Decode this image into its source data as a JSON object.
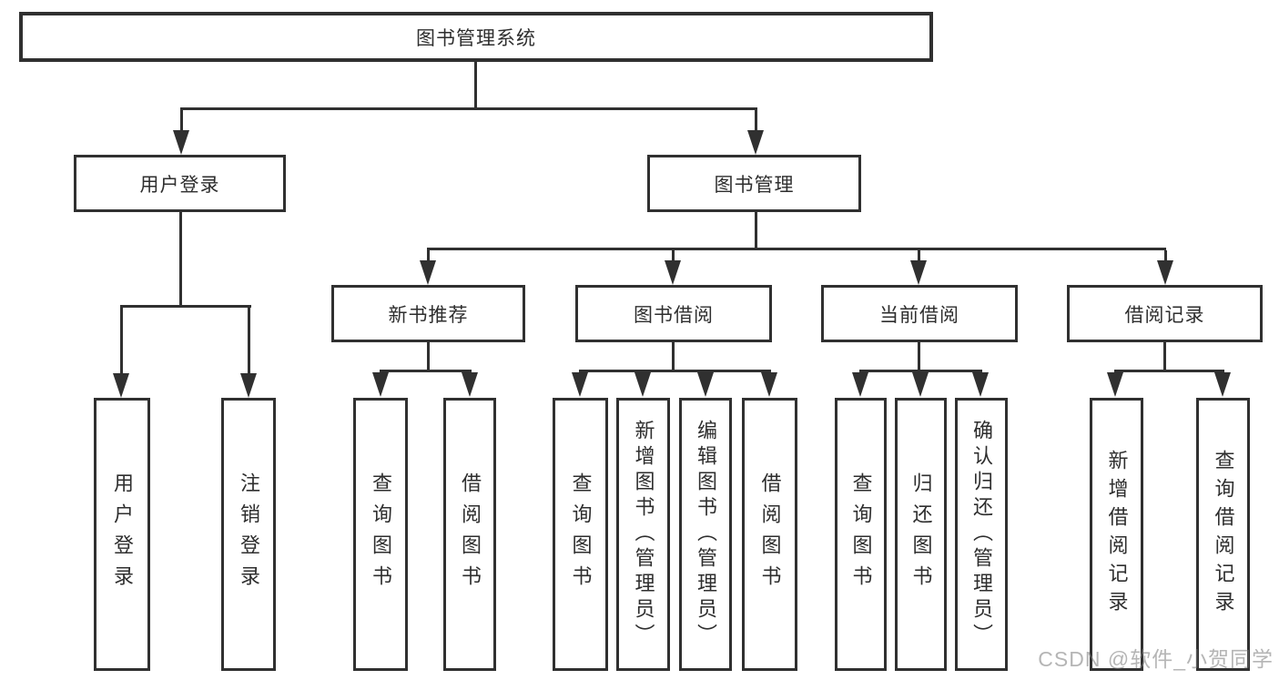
{
  "diagram": {
    "root": {
      "label": "图书管理系统"
    },
    "level2": [
      {
        "label": "用户登录"
      },
      {
        "label": "图书管理"
      }
    ],
    "level3": [
      {
        "label": "新书推荐"
      },
      {
        "label": "图书借阅"
      },
      {
        "label": "当前借阅"
      },
      {
        "label": "借阅记录"
      }
    ],
    "leaves": {
      "user_login": [
        {
          "label": "用户登录"
        },
        {
          "label": "注销登录"
        }
      ],
      "new_book_recommendation": [
        {
          "label": "查询图书"
        },
        {
          "label": "借阅图书"
        }
      ],
      "book_borrowing": [
        {
          "label": "查询图书"
        },
        {
          "label": "新增图书（管理员）"
        },
        {
          "label": "编辑图书（管理员）"
        },
        {
          "label": "借阅图书"
        }
      ],
      "current_borrowing": [
        {
          "label": "查询图书"
        },
        {
          "label": "归还图书"
        },
        {
          "label": "确认归还（管理员）"
        }
      ],
      "borrowing_records": [
        {
          "label": "新增借阅记录"
        },
        {
          "label": "查询借阅记录"
        }
      ]
    },
    "watermark": "CSDN @软件_小贺同学",
    "colors": {
      "line": "#303030",
      "text": "#2e2e2e",
      "background": "#ffffff",
      "watermark": "#787878"
    }
  }
}
